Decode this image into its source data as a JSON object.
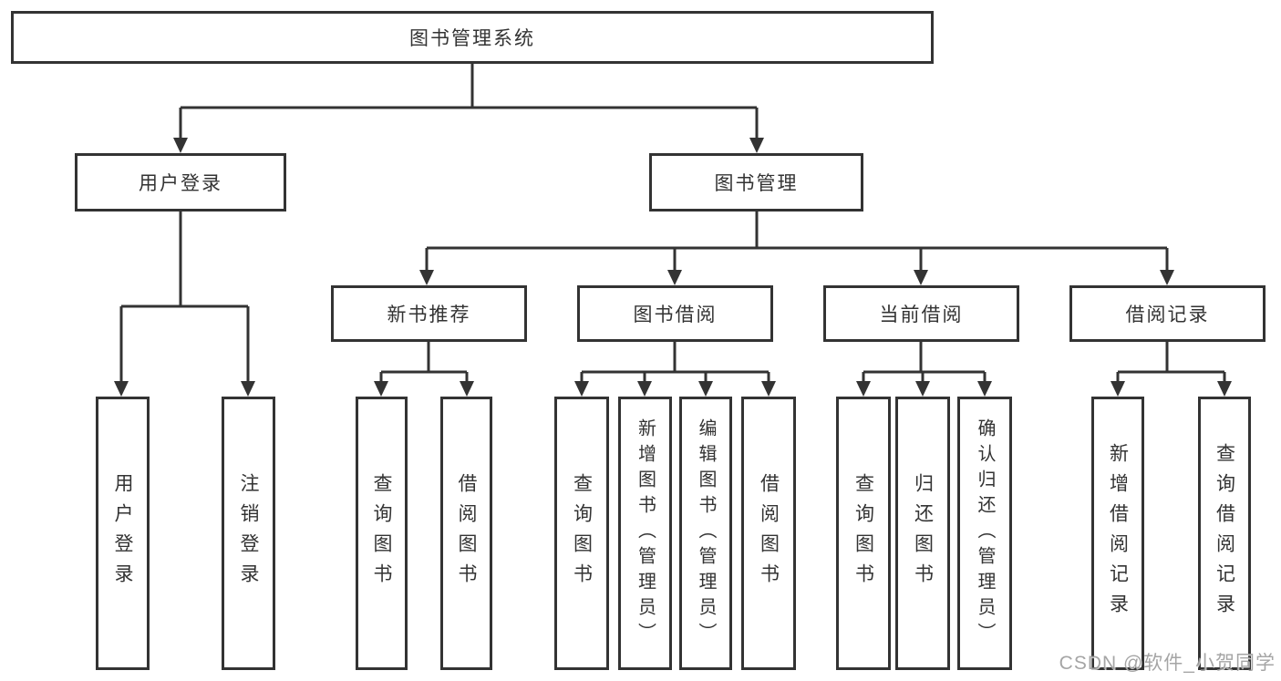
{
  "diagram": {
    "nodes": {
      "root": "图书管理系统",
      "user_login": "用户登录",
      "book_mgmt": "图书管理",
      "new_book_rec": "新书推荐",
      "book_borrow": "图书借阅",
      "current_borrow": "当前借阅",
      "borrow_records": "借阅记录",
      "leaves": {
        "user_login": [
          "用户登录",
          "注销登录"
        ],
        "new_book_rec": [
          "查询图书",
          "借阅图书"
        ],
        "book_borrow": [
          "查询图书",
          "新增图书（管理员）",
          "编辑图书（管理员）",
          "借阅图书"
        ],
        "current_borrow": [
          "查询图书",
          "归还图书",
          "确认归还（管理员）"
        ],
        "borrow_records": [
          "新增借阅记录",
          "查询借阅记录"
        ]
      }
    }
  },
  "watermark": "CSDN @软件_小贺同学",
  "colors": {
    "line": "#333333",
    "text": "#333333",
    "watermark": "#9b9b9b"
  }
}
